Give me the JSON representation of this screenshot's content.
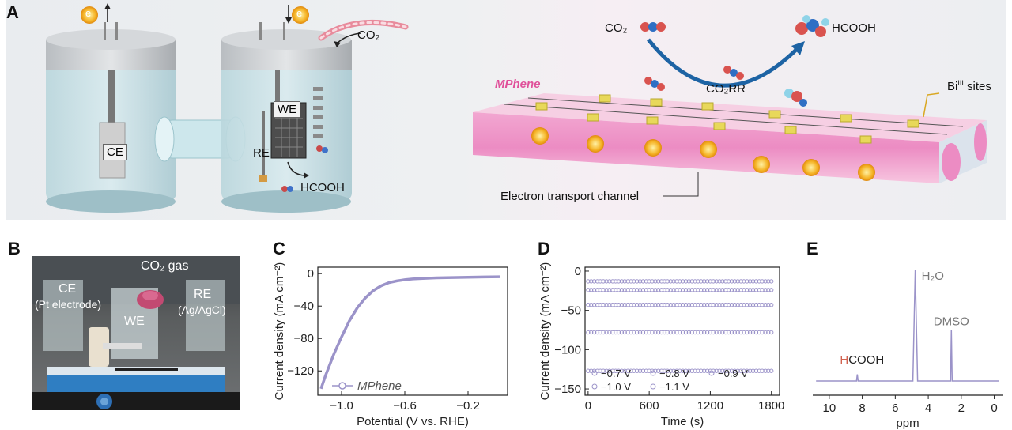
{
  "panel_a": {
    "letter": "A",
    "cell_labels": {
      "ce": "CE",
      "we": "WE",
      "re": "RE",
      "hcooh": "HCOOH",
      "co2": "CO₂"
    },
    "electron_symbol": "e",
    "right": {
      "co2": "CO₂",
      "hcooh": "HCOOH",
      "reaction": "CO₂RR",
      "material": "MPhene",
      "sites": "Bi",
      "sites_sup": "III",
      "sites_suffix": " sites",
      "channel": "Electron transport channel"
    }
  },
  "panel_b": {
    "letter": "B",
    "labels": {
      "co2gas": "CO₂ gas",
      "ce": "CE",
      "ce_sub": "(Pt electrode)",
      "re": "RE",
      "re_sub": "(Ag/AgCl)",
      "we": "WE"
    }
  },
  "panel_c": {
    "letter": "C"
  },
  "panel_d": {
    "letter": "D"
  },
  "panel_e": {
    "letter": "E"
  },
  "chart_data": [
    {
      "type": "line",
      "panel": "C",
      "xlabel": "Potential (V vs. RHE)",
      "ylabel": "Current density (mA cm⁻²)",
      "xlim": [
        -1.15,
        0.05
      ],
      "ylim": [
        -150,
        8
      ],
      "xticks": [
        -1.0,
        -0.6,
        -0.2
      ],
      "xtick_labels": [
        "−1.0",
        "−0.6",
        "−0.2"
      ],
      "yticks": [
        0,
        -40,
        -80,
        -120
      ],
      "ytick_labels": [
        "0",
        "−40",
        "−80",
        "−120"
      ],
      "series": [
        {
          "name": "MPhene",
          "x": [
            -1.13,
            -1.1,
            -1.05,
            -1.0,
            -0.95,
            -0.9,
            -0.85,
            -0.8,
            -0.75,
            -0.7,
            -0.65,
            -0.6,
            -0.55,
            -0.5,
            -0.4,
            -0.3,
            -0.2,
            -0.1,
            0.0
          ],
          "y": [
            -142,
            -125,
            -100,
            -78,
            -58,
            -42,
            -30,
            -21,
            -15,
            -11,
            -9,
            -7.5,
            -6.5,
            -6,
            -5.2,
            -4.8,
            -4.4,
            -4.1,
            -3.8
          ]
        }
      ],
      "legend": "bottom-right",
      "color": "#9b93c9"
    },
    {
      "type": "scatter",
      "panel": "D",
      "xlabel": "Time (s)",
      "ylabel": "Current density (mA cm⁻²)",
      "xlim": [
        -30,
        1880
      ],
      "ylim": [
        -158,
        5
      ],
      "xticks": [
        0,
        600,
        1200,
        1800
      ],
      "xtick_labels": [
        "0",
        "600",
        "1200",
        "1800"
      ],
      "yticks": [
        0,
        -50,
        -100,
        -150
      ],
      "ytick_labels": [
        "0",
        "−50",
        "−100",
        "−150"
      ],
      "series": [
        {
          "name": "−0.7 V",
          "value": -13
        },
        {
          "name": "−0.8 V",
          "value": -24
        },
        {
          "name": "−0.9 V",
          "value": -43
        },
        {
          "name": "−1.0 V",
          "value": -78
        },
        {
          "name": "−1.1 V",
          "value": -127
        }
      ],
      "legend": "bottom-left",
      "color": "#9b93c9"
    },
    {
      "type": "line",
      "panel": "E",
      "xlabel": "ppm",
      "xlim": [
        11,
        -0.5
      ],
      "xticks": [
        10,
        8,
        6,
        4,
        2,
        0
      ],
      "xtick_labels": [
        "10",
        "8",
        "6",
        "4",
        "2",
        "0"
      ],
      "peaks": [
        {
          "label": "H₂O",
          "ppm": 4.79,
          "height": 1.0
        },
        {
          "label": "DMSO",
          "ppm": 2.6,
          "height": 0.46
        },
        {
          "label_first": "H",
          "label_rest": "COOH",
          "ppm": 8.3,
          "height": 0.06
        }
      ],
      "color": "#9b93c9"
    }
  ]
}
